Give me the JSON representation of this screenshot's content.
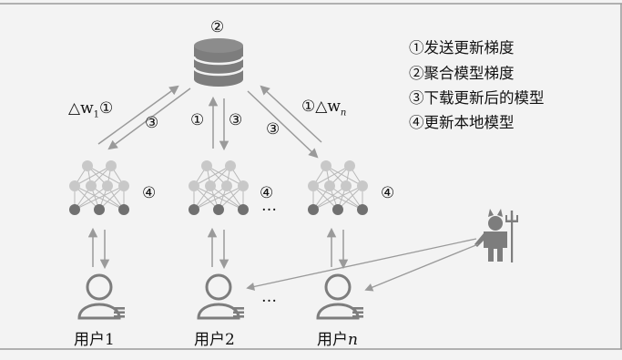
{
  "server": {
    "marker": "②",
    "icon": "database-icon"
  },
  "legend": [
    {
      "text": "①发送更新梯度"
    },
    {
      "text": "②聚合模型梯度"
    },
    {
      "text": "③下载更新后的模型"
    },
    {
      "text": "④更新本地模型"
    }
  ],
  "arrows": {
    "upload_left": "△w",
    "upload_left_sub": "1",
    "upload_left_marker": "①",
    "download_left_marker": "③",
    "upload_mid_marker": "①",
    "download_mid_marker": "③",
    "upload_right_marker": "①",
    "upload_right": "△w",
    "upload_right_sub": "n",
    "download_right_marker": "③"
  },
  "models": [
    {
      "marker": "④"
    },
    {
      "marker": "④"
    },
    {
      "marker": "④"
    }
  ],
  "ellipsis": "…",
  "users": [
    {
      "label": "用户1"
    },
    {
      "label": "用户2"
    },
    {
      "label_prefix": "用户",
      "label_var": "n"
    }
  ],
  "attacker": {
    "icon": "devil-attacker-icon"
  },
  "colors": {
    "background": "#f3f3f3",
    "arrow": "#9a9a9a",
    "node_light": "#c8c8c8",
    "node_dark": "#707070",
    "icon": "#7d7d7d"
  }
}
